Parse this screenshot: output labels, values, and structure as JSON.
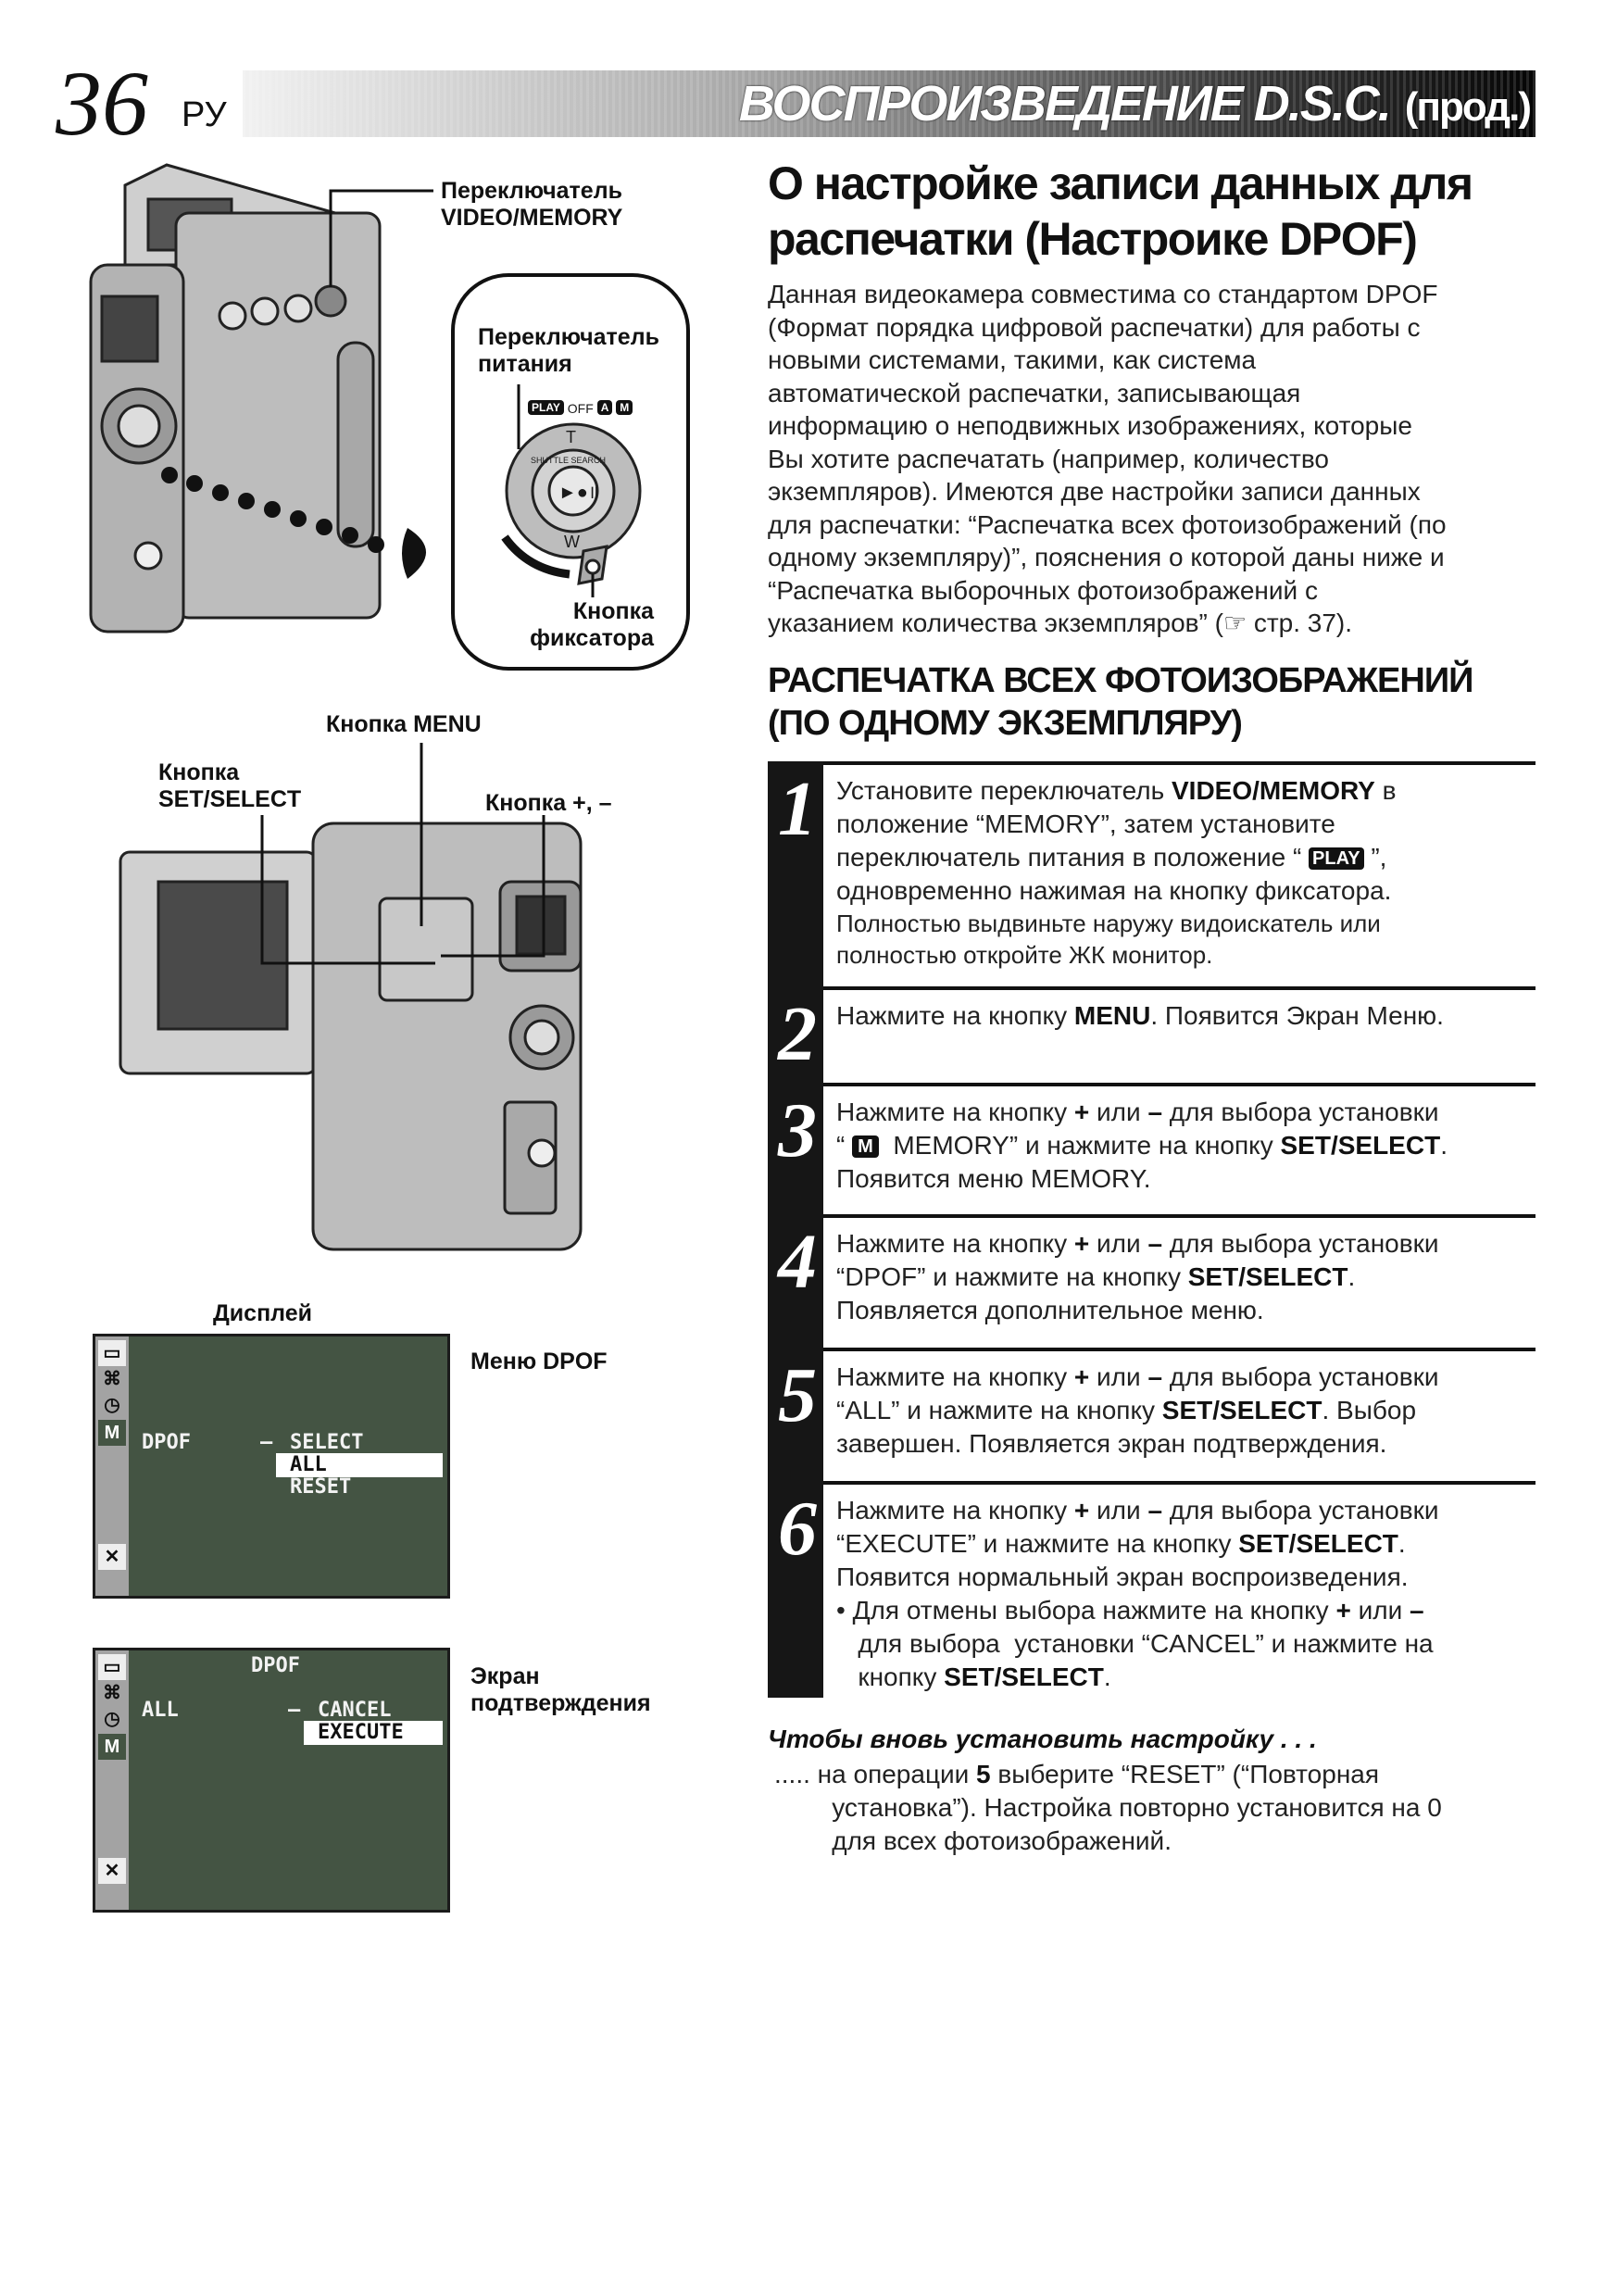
{
  "header": {
    "page_number": "36",
    "lang": "РУ",
    "title": "ВОСПРОИЗВЕДЕНИЕ  D.S.C.",
    "title_suffix": "(прод.)"
  },
  "article": {
    "title_lines": [
      "О настройке записи данных для",
      "распечатки (Настроике DPOF)"
    ],
    "intro_lines": [
      "Данная видеокамера совместима со стандартом DPOF",
      "(Формат порядка цифровой распечатки) для работы с",
      "новыми системами, такими, как система",
      "автоматической распечатки, записывающая",
      "информацию о неподвижных изображениях, которые",
      "Вы хотите распечатать (например, количество",
      "экземпляров). Имеются две настройки записи данных",
      "для распечатки: “Распечатка всех фотоизображений (по",
      "одному экземпляру)”, пояснения о которой даны ниже и",
      "“Распечатка выборочных фотоизображений с",
      "указанием количества экземпляров” (☞ стр. 37)."
    ],
    "section_lines": [
      "РАСПЕЧАТКА ВСЕХ ФОТОИЗОБРАЖЕНИЙ",
      "(ПО ОДНОМУ ЭКЗЕМПЛЯРУ)"
    ]
  },
  "steps": [
    {
      "number": "1",
      "lines": [
        [
          "Установите переключатель ",
          {
            "b": "VIDEO/MEMORY"
          },
          " в"
        ],
        [
          "положение “MEMORY”, затем установите"
        ],
        [
          "переключатель питания в положение “ ",
          {
            "icon": "PLAY"
          },
          " ”,"
        ],
        [
          "одновременно нажимая на кнопку фиксатора."
        ]
      ],
      "note": [
        "Полностью выдвиньте наружу видоискатель или",
        "полностью откройте ЖК монитор."
      ]
    },
    {
      "number": "2",
      "lines": [
        [
          "Нажмите на кнопку ",
          {
            "b": "MENU"
          },
          ". Появится Экран Меню."
        ]
      ]
    },
    {
      "number": "3",
      "lines": [
        [
          "Нажмите на кнопку ",
          {
            "b": "+"
          },
          " или ",
          {
            "b": "–"
          },
          " для выбора установки"
        ],
        [
          "“ ",
          {
            "icon": "M"
          },
          "  MEMORY” и нажмите на кнопку ",
          {
            "b": "SET/SELECT"
          },
          "."
        ],
        [
          "Появится меню MEMORY."
        ]
      ]
    },
    {
      "number": "4",
      "lines": [
        [
          "Нажмите на кнопку ",
          {
            "b": "+"
          },
          " или ",
          {
            "b": "–"
          },
          " для выбора установки"
        ],
        [
          "“DPOF” и нажмите на кнопку ",
          {
            "b": "SET/SELECT"
          },
          "."
        ],
        [
          "Появляется дополнительное меню."
        ]
      ]
    },
    {
      "number": "5",
      "lines": [
        [
          "Нажмите на кнопку ",
          {
            "b": "+"
          },
          " или ",
          {
            "b": "–"
          },
          " для выбора установки"
        ],
        [
          "“ALL” и нажмите на кнопку ",
          {
            "b": "SET/SELECT"
          },
          ". Выбор"
        ],
        [
          "завершен. Появляется экран подтверждения."
        ]
      ]
    },
    {
      "number": "6",
      "lines": [
        [
          "Нажмите на кнопку ",
          {
            "b": "+"
          },
          " или ",
          {
            "b": "–"
          },
          " для выбора установки"
        ],
        [
          "“EXECUTE” и нажмите на кнопку ",
          {
            "b": "SET/SELECT"
          },
          "."
        ],
        [
          "Появится нормальный экран воспроизведения."
        ],
        [
          "• Для отмены выбора нажмите на кнопку ",
          {
            "b": "+"
          },
          " или ",
          {
            "b": "–"
          }
        ],
        [
          "   для выбора  установки “CANCEL” и нажмите на"
        ],
        [
          "   кнопку ",
          {
            "b": "SET/SELECT"
          },
          "."
        ]
      ]
    }
  ],
  "reset": {
    "heading": "Чтобы вновь установить настройку . . .",
    "lines": [
      [
        "..... на операции ",
        {
          "b": "5"
        },
        " выберите “RESET” (“Повторная"
      ],
      [
        "        установка”). Настройка повторно установится на 0"
      ],
      [
        "        для всех фотоизображений."
      ]
    ]
  },
  "figure": {
    "video_memory_label": [
      "Переключатель",
      "VIDEO/MEMORY"
    ],
    "power_switch_label": [
      "Переключатель",
      "питания"
    ],
    "dial_labels": {
      "play": "PLAY",
      "off": "OFF",
      "auto": "A",
      "manual": "M",
      "tele": "T",
      "wide": "W",
      "shuttle": "SHUTTLE SEARCH"
    },
    "lock_button_label": [
      "Кнопка",
      "фиксатора"
    ],
    "menu_button_label": "Кнопка MENU",
    "set_select_label": [
      "Кнопка",
      "SET/SELECT"
    ],
    "plus_minus_label": "Кнопка +, –",
    "display_label": "Дисплей",
    "dpof_menu_label": "Меню DPOF",
    "confirm_label": [
      "Экран",
      "подтверждения"
    ]
  },
  "screen1": {
    "item": "DPOF",
    "dash": "–",
    "options": [
      "SELECT",
      "ALL",
      "RESET"
    ],
    "selected": "ALL"
  },
  "screen2": {
    "title": "DPOF",
    "item": "ALL",
    "dash": "–",
    "options": [
      "CANCEL",
      "EXECUTE"
    ],
    "selected": "EXECUTE"
  },
  "osd_icons": {
    "tape": "▭",
    "camera": "⌘",
    "clock": "◷",
    "memory": "M",
    "close": "✕"
  },
  "colors": {
    "osd_bg": "#445443",
    "osd_side": "#a3a3a3",
    "step_bar": "#161616"
  }
}
